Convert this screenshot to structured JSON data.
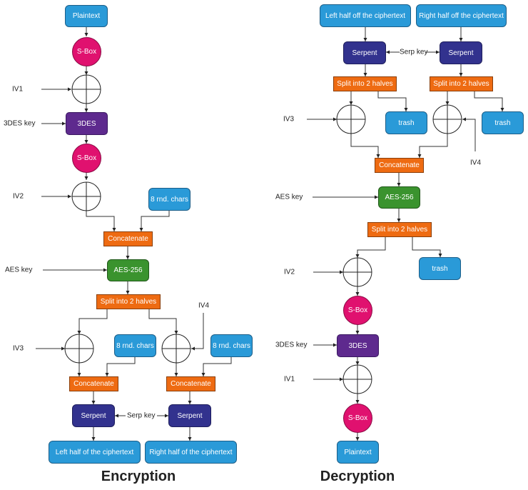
{
  "encryption": {
    "title": "Encryption",
    "plaintext": "Plaintext",
    "sbox1": "S-Box",
    "iv1": "IV1",
    "des_key": "3DES key",
    "des": "3DES",
    "sbox2": "S-Box",
    "iv2": "IV2",
    "rnd1": "8 rnd. chars",
    "concat1": "Concatenate",
    "aes_key": "AES key",
    "aes": "AES-256",
    "split": "Split into 2 halves",
    "iv3": "IV3",
    "iv4": "IV4",
    "rnd_left": "8 rnd. chars",
    "rnd_right": "8 rnd. chars",
    "concat_left": "Concatenate",
    "concat_right": "Concatenate",
    "serpent_left": "Serpent",
    "serpent_right": "Serpent",
    "serp_key": "Serp key",
    "out_left": "Left half of the ciphertext",
    "out_right": "Right half of the ciphertext"
  },
  "decryption": {
    "title": "Decryption",
    "in_left": "Left half off the ciphertext",
    "in_right": "Right half off the ciphertext",
    "serpent_left": "Serpent",
    "serpent_right": "Serpent",
    "serp_key": "Serp key",
    "split_left": "Split into 2 halves",
    "split_right": "Split into 2 halves",
    "iv3": "IV3",
    "iv4": "IV4",
    "trash_left": "trash",
    "trash_right": "trash",
    "concat": "Concatenate",
    "aes_key": "AES key",
    "aes": "AES-256",
    "split": "Split into 2 halves",
    "trash": "trash",
    "iv2": "IV2",
    "sbox1": "S-Box",
    "des_key": "3DES key",
    "des": "3DES",
    "iv1": "IV1",
    "sbox2": "S-Box",
    "plaintext": "Plaintext"
  },
  "colors": {
    "data_box": "#2a9ad8",
    "serpent": "#32328e",
    "des": "#5e2a8e",
    "aes": "#3a932e",
    "split_concat": "#ee6b12",
    "sbox": "#e0116f"
  }
}
